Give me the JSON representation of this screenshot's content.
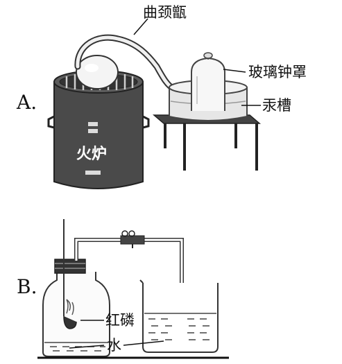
{
  "figure": {
    "part_a": {
      "letter": "A.",
      "labels": {
        "retort": "曲颈甑",
        "bell_jar": "玻璃钟罩",
        "mercury_trough": "汞槽",
        "furnace": "火炉"
      }
    },
    "part_b": {
      "letter": "B.",
      "labels": {
        "red_phosphorus": "红磷",
        "water": "水"
      }
    }
  },
  "colors": {
    "ink": "#111111",
    "stove": "#4a4a4a",
    "stove_dark": "#2b2b2b",
    "glass": "#d9d9d9"
  }
}
